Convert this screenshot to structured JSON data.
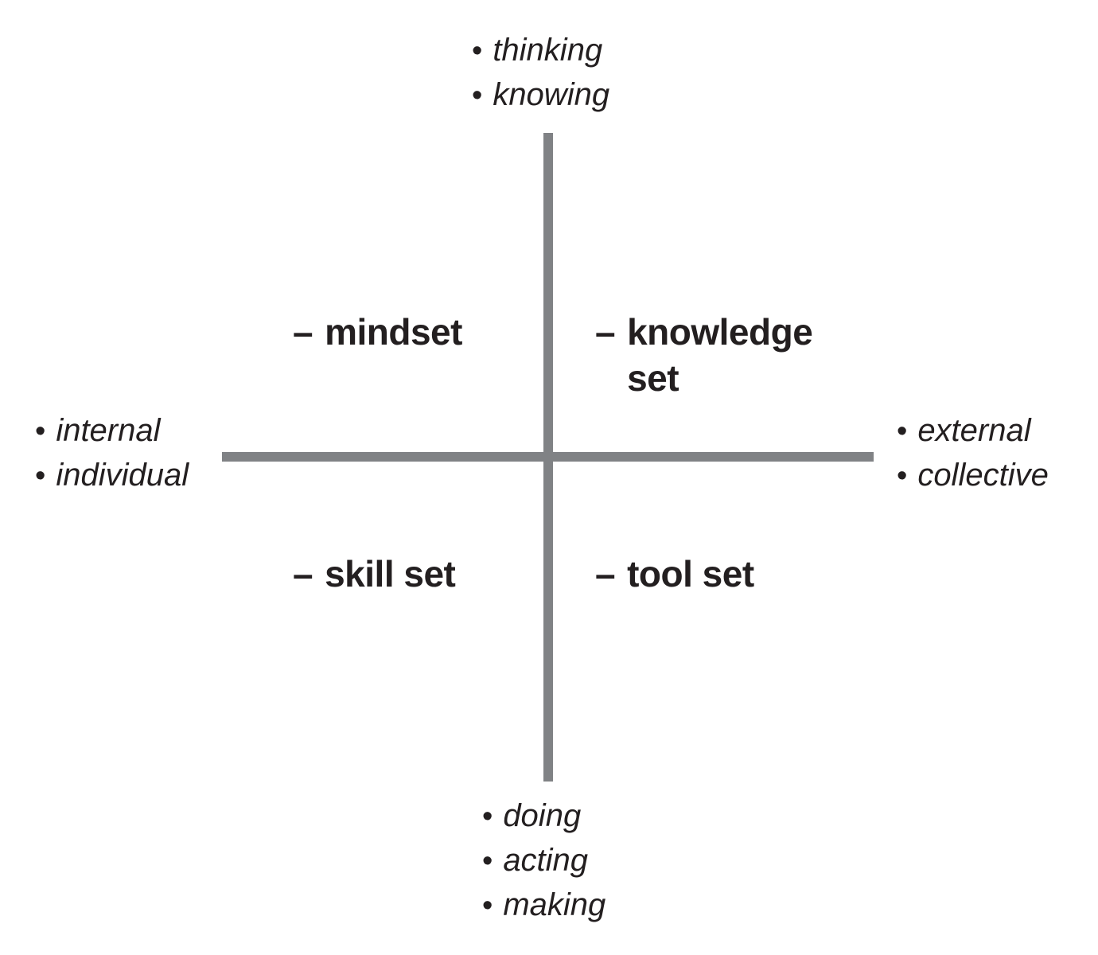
{
  "diagram": {
    "type": "quadrant-diagram",
    "colors": {
      "text": "#231f20",
      "axis_line": "#808285",
      "background": "#ffffff"
    },
    "glyphs": {
      "bullet": "•",
      "dash": "–"
    },
    "axes": {
      "top": [
        "thinking",
        "knowing"
      ],
      "bottom": [
        "doing",
        "acting",
        "making"
      ],
      "left": [
        "internal",
        "individual"
      ],
      "right": [
        "external",
        "collective"
      ]
    },
    "quadrants": {
      "top_left": "mindset",
      "top_right": "knowledge set",
      "bottom_left": "skill set",
      "bottom_right": "tool set"
    }
  }
}
